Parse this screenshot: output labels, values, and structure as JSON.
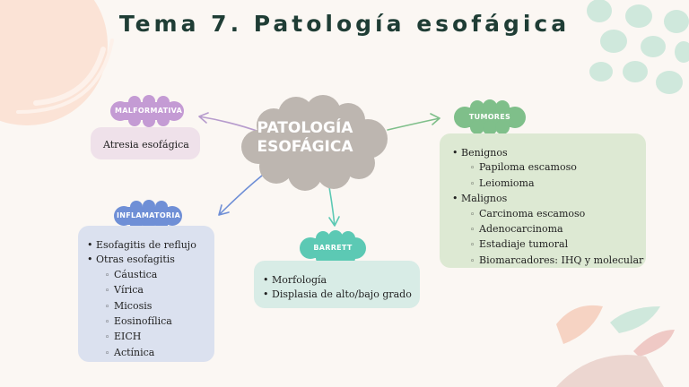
{
  "title": "Tema 7. Patología esofágica",
  "center": {
    "line1": "PATOLOGÍA",
    "line2": "ESOFÁGICA"
  },
  "malformativa": {
    "tag": "MALFORMATIVA",
    "text": "Atresia esofágica"
  },
  "inflamatoria": {
    "tag": "INFLAMATORIA",
    "items": [
      {
        "label": "Esofagitis de reflujo",
        "sub": []
      },
      {
        "label": "Otras esofagitis",
        "sub": [
          "Cáustica",
          "Vírica",
          "Micosis",
          "Eosinofílica",
          "EICH",
          "Actínica"
        ]
      }
    ]
  },
  "barrett": {
    "tag": "BARRETT",
    "items": [
      {
        "label": "Morfología",
        "sub": []
      },
      {
        "label": "Displasia de alto/bajo grado",
        "sub": []
      }
    ]
  },
  "tumores": {
    "tag": "TUMORES",
    "items": [
      {
        "label": "Benignos",
        "sub": [
          "Papiloma escamoso",
          "Leiomioma"
        ]
      },
      {
        "label": "Malignos",
        "sub": [
          "Carcinoma escamoso",
          "Adenocarcinoma",
          "Estadiaje tumoral",
          "Biomarcadores: IHQ y molecular"
        ]
      }
    ]
  },
  "colors": {
    "background": "#fbf7f3",
    "title": "#1f3d35",
    "cloud": "#bdb6b0",
    "purple": "#c49bd4",
    "purple_card": "#efe1ea",
    "blue": "#6f8fd6",
    "blue_card": "#dbe1ef",
    "teal": "#5cc9b4",
    "teal_card": "#d8ece6",
    "green": "#7fbf8a",
    "green_card": "#dde9d3"
  }
}
